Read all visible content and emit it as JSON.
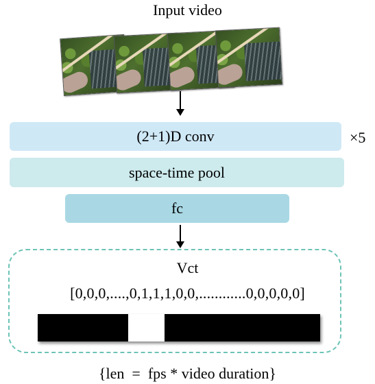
{
  "title": "Input video",
  "frames": [
    {
      "name": "video-frame-1"
    },
    {
      "name": "video-frame-2"
    },
    {
      "name": "video-frame-3"
    },
    {
      "name": "video-frame-4"
    }
  ],
  "blocks": {
    "conv": "(2+1)D conv",
    "pool": "space-time pool",
    "fc": "fc"
  },
  "repeat_label": "×5",
  "output": {
    "title": "Vct",
    "sequence": "[0,0,0,....,0,1,1,1,0,0,............0,0,0,0,0]",
    "highlight": {
      "start_fraction": 0.32,
      "end_fraction": 0.45
    },
    "formula": "{len  =  fps * video duration}"
  },
  "colors": {
    "conv_block": "#cfe8f6",
    "pool_block": "#cdeaed",
    "fc_block": "#a9d8e4",
    "dashed_border": "#6cc3b6"
  }
}
